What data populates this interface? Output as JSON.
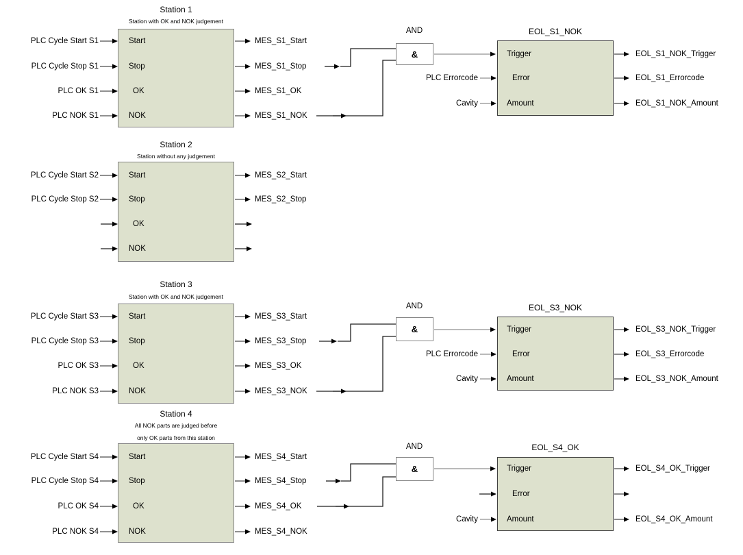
{
  "stations": [
    {
      "title": "Station 1",
      "subtitle": "Station with OK and NOK judgement",
      "ports": [
        "Start",
        "Stop",
        "OK",
        "NOK"
      ],
      "inputs": [
        "PLC Cycle Start S1",
        "PLC Cycle Stop S1",
        "PLC OK S1",
        "PLC NOK S1"
      ],
      "outputs": [
        "MES_S1_Start",
        "MES_S1_Stop",
        "MES_S1_OK",
        "MES_S1_NOK"
      ]
    },
    {
      "title": "Station 2",
      "subtitle": "Station without any judgement",
      "ports": [
        "Start",
        "Stop",
        "OK",
        "NOK"
      ],
      "inputs": [
        "PLC Cycle Start S2",
        "PLC Cycle Stop S2"
      ],
      "outputs": [
        "MES_S2_Start",
        "MES_S2_Stop"
      ]
    },
    {
      "title": "Station 3",
      "subtitle": "Station with OK and NOK judgement",
      "ports": [
        "Start",
        "Stop",
        "OK",
        "NOK"
      ],
      "inputs": [
        "PLC Cycle Start S3",
        "PLC Cycle Stop S3",
        "PLC OK S3",
        "PLC NOK S3"
      ],
      "outputs": [
        "MES_S3_Start",
        "MES_S3_Stop",
        "MES_S3_OK",
        "MES_S3_NOK"
      ]
    },
    {
      "title": "Station 4",
      "subtitle": "All NOK parts are judged before",
      "subtitle2": "only OK parts from this station",
      "ports": [
        "Start",
        "Stop",
        "OK",
        "NOK"
      ],
      "inputs": [
        "PLC Cycle Start S4",
        "PLC Cycle Stop S4",
        "PLC OK S4",
        "PLC NOK S4"
      ],
      "outputs": [
        "MES_S4_Start",
        "MES_S4_Stop",
        "MES_S4_OK",
        "MES_S4_NOK"
      ]
    }
  ],
  "gates": [
    {
      "label": "AND",
      "symbol": "&"
    },
    {
      "label": "AND",
      "symbol": "&"
    },
    {
      "label": "AND",
      "symbol": "&"
    }
  ],
  "eol": [
    {
      "title": "EOL_S1_NOK",
      "ports": [
        "Trigger",
        "Error",
        "Amount"
      ],
      "inputs": [
        "PLC Errorcode",
        "Cavity"
      ],
      "outputs": [
        "EOL_S1_NOK_Trigger",
        "EOL_S1_Errorcode",
        "EOL_S1_NOK_Amount"
      ]
    },
    {
      "title": "EOL_S3_NOK",
      "ports": [
        "Trigger",
        "Error",
        "Amount"
      ],
      "inputs": [
        "PLC Errorcode",
        "Cavity"
      ],
      "outputs": [
        "EOL_S3_NOK_Trigger",
        "EOL_S3_Errorcode",
        "EOL_S3_NOK_Amount"
      ]
    },
    {
      "title": "EOL_S4_OK",
      "ports": [
        "Trigger",
        "Error",
        "Amount"
      ],
      "inputs": [
        "Cavity"
      ],
      "outputs": [
        "EOL_S4_OK_Trigger",
        "EOL_S4_OK_Amount"
      ]
    }
  ],
  "colors": {
    "block_fill": "#dde1cd",
    "block_border": "#808080",
    "eol_border": "#404040",
    "gate_border": "#858585",
    "wire": "#4d4d4d",
    "wire_gray": "#909090",
    "arrow": "#000000",
    "text": "#000000",
    "background": "#ffffff"
  }
}
